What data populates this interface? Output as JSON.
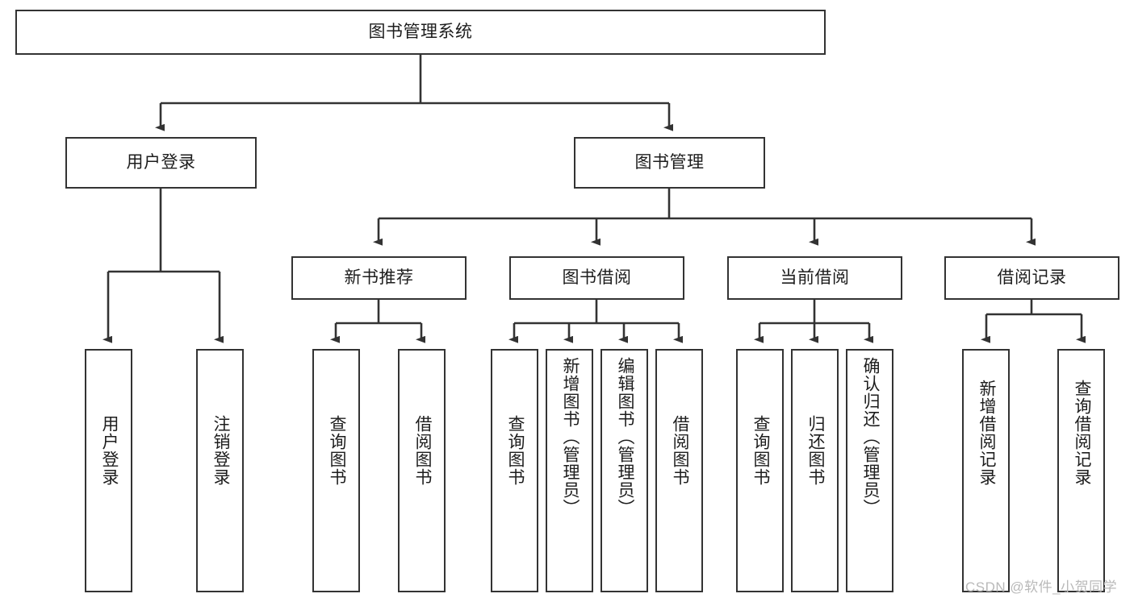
{
  "diagram": {
    "title": "图书管理系统",
    "type": "tree-hierarchy-chart",
    "watermark": "CSDN @软件_小贺同学",
    "colors": {
      "box_border": "#333333",
      "box_fill": "#ffffff",
      "edge": "#333333",
      "text": "#1d1d1a",
      "watermark": "#b9b9b9",
      "background": "#ffffff"
    },
    "nodes": {
      "root": {
        "label": "图书管理系统"
      },
      "level1": [
        {
          "id": "user-login",
          "label": "用户登录"
        },
        {
          "id": "book-manage",
          "label": "图书管理"
        }
      ],
      "level2": [
        {
          "id": "new-book-recommend",
          "label": "新书推荐"
        },
        {
          "id": "book-borrow",
          "label": "图书借阅"
        },
        {
          "id": "current-borrow",
          "label": "当前借阅"
        },
        {
          "id": "borrow-record",
          "label": "借阅记录"
        }
      ],
      "leaves": {
        "user-login": [
          {
            "id": "leaf-user-login",
            "label": "用户登录"
          },
          {
            "id": "leaf-logout-login",
            "label": "注销登录"
          }
        ],
        "new-book-recommend": [
          {
            "id": "leaf-query-book-1",
            "label": "查询图书"
          },
          {
            "id": "leaf-borrow-book-1",
            "label": "借阅图书"
          }
        ],
        "book-borrow": [
          {
            "id": "leaf-query-book-2",
            "label": "查询图书"
          },
          {
            "id": "leaf-add-book-admin",
            "label": "新增图书（管理员）"
          },
          {
            "id": "leaf-edit-book-admin",
            "label": "编辑图书（管理员）"
          },
          {
            "id": "leaf-borrow-book-2",
            "label": "借阅图书"
          }
        ],
        "current-borrow": [
          {
            "id": "leaf-query-book-3",
            "label": "查询图书"
          },
          {
            "id": "leaf-return-book",
            "label": "归还图书"
          },
          {
            "id": "leaf-confirm-return-admin",
            "label": "确认归还（管理员）"
          }
        ],
        "borrow-record": [
          {
            "id": "leaf-add-borrow-record",
            "label": "新增借阅记录"
          },
          {
            "id": "leaf-query-borrow-record",
            "label": "查询借阅记录"
          }
        ]
      }
    }
  }
}
